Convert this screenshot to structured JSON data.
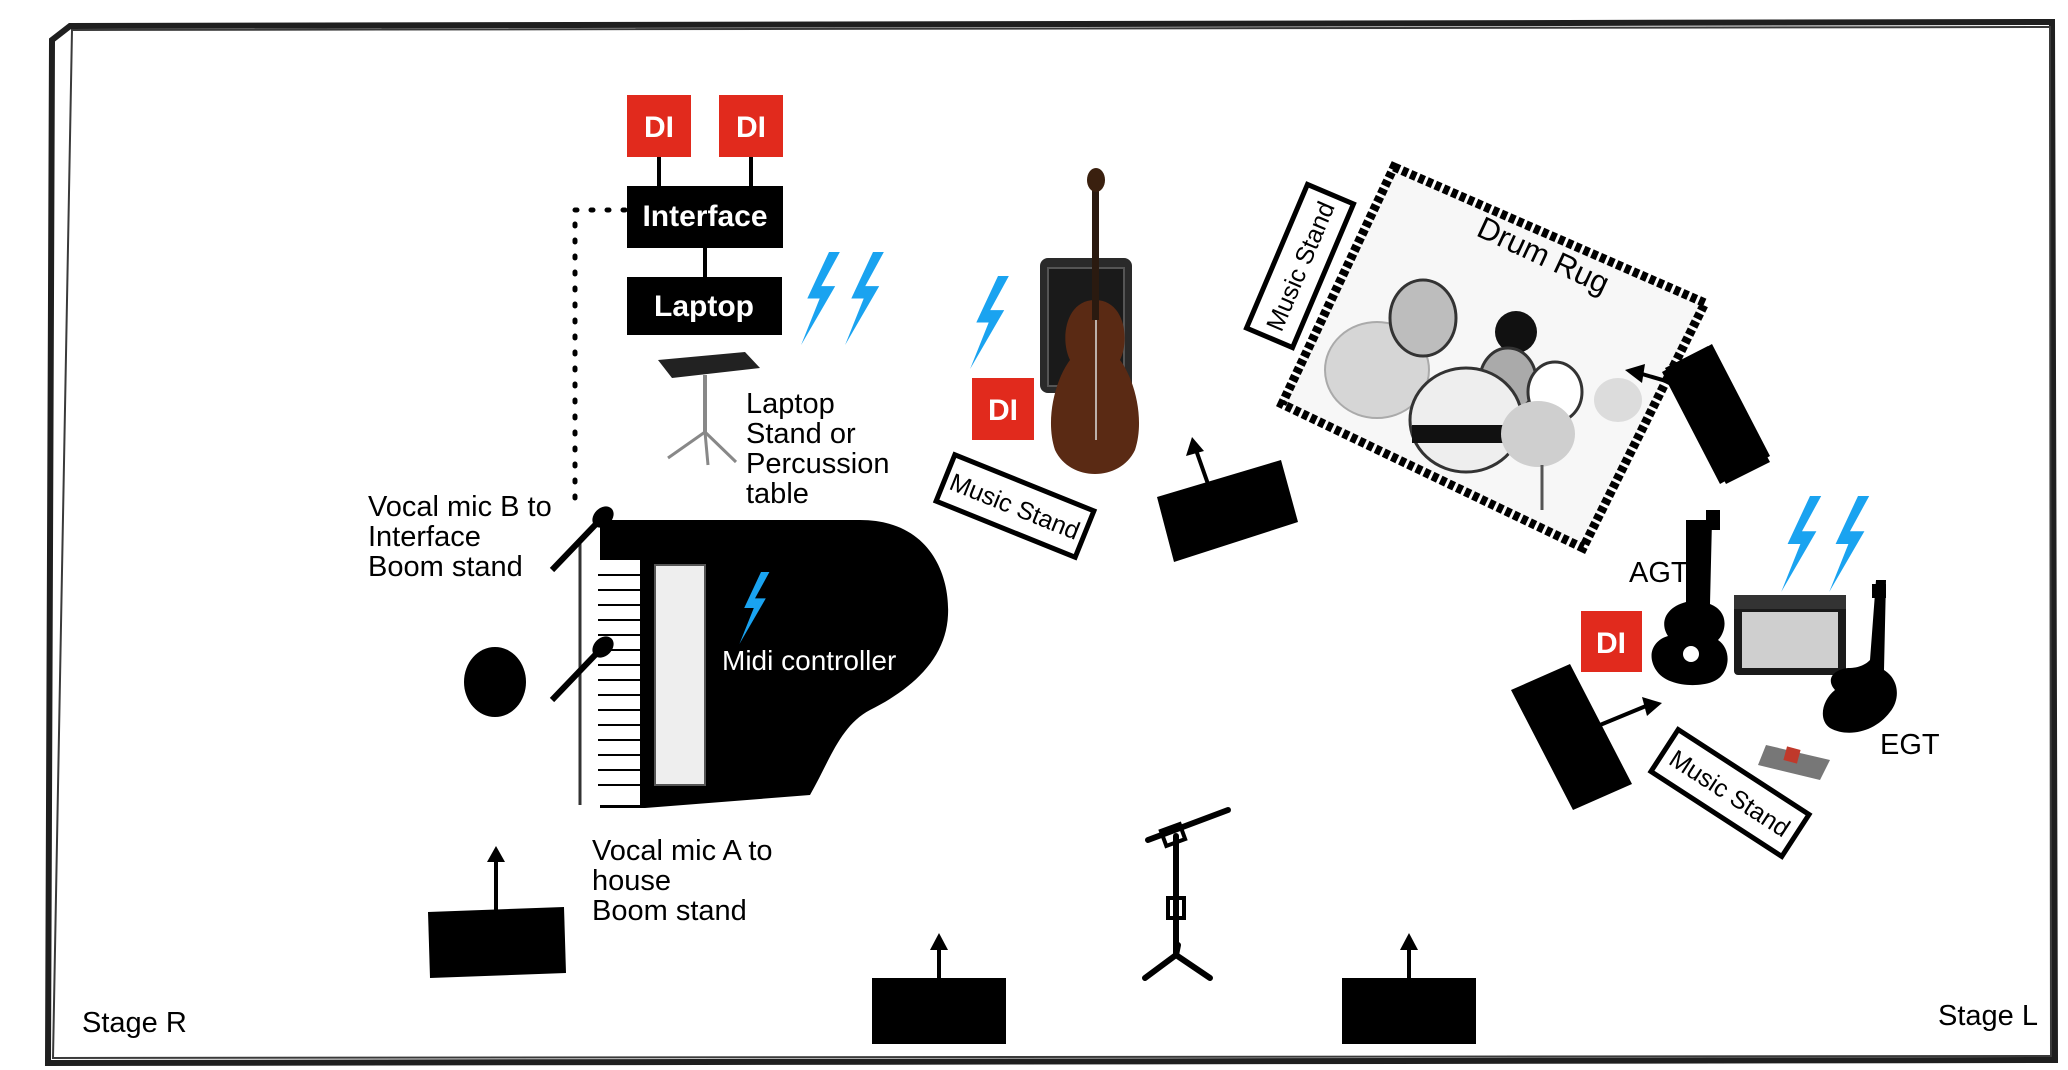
{
  "labels": {
    "stage_right": "Stage R",
    "stage_left": "Stage L",
    "interface": "Interface",
    "laptop": "Laptop",
    "di": "DI",
    "laptop_stand": [
      "Laptop",
      "Stand or",
      "Percussion",
      "table"
    ],
    "vocal_mic_b": [
      "Vocal mic B to",
      "Interface",
      "Boom stand"
    ],
    "vocal_mic_a": [
      "Vocal mic A to",
      "house",
      "Boom stand"
    ],
    "midi_controller": "Midi controller",
    "music_stand": "Music Stand",
    "drum_rug": "Drum Rug",
    "agt": "AGT",
    "egt": "EGT"
  },
  "icons": {
    "power": "lightning-bolt",
    "monitor": "floor-wedge-monitor",
    "mic": "vocal-microphone",
    "keyboard": "grand-piano",
    "bass": "upright-bass",
    "drums": "drum-kit",
    "amp": "guitar-amplifier"
  },
  "colors": {
    "di_red": "#e12a1d",
    "power_blue": "#1aa3f0",
    "equipment_black": "#000000"
  }
}
